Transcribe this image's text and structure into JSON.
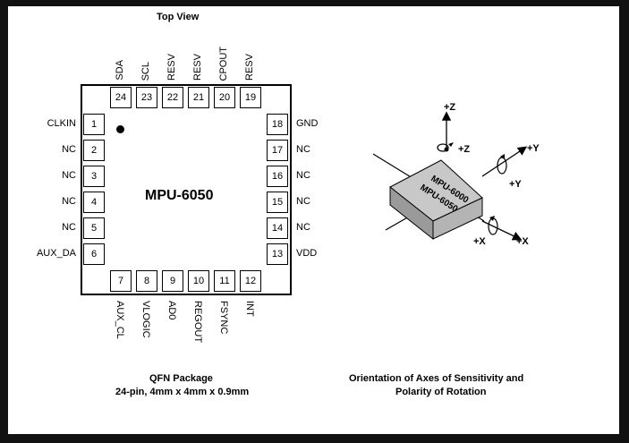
{
  "title": "Top View",
  "chip_name": "MPU-6050",
  "pins_left": [
    {
      "num": "1",
      "name": "CLKIN"
    },
    {
      "num": "2",
      "name": "NC"
    },
    {
      "num": "3",
      "name": "NC"
    },
    {
      "num": "4",
      "name": "NC"
    },
    {
      "num": "5",
      "name": "NC"
    },
    {
      "num": "6",
      "name": "AUX_DA"
    }
  ],
  "pins_right": [
    {
      "num": "18",
      "name": "GND"
    },
    {
      "num": "17",
      "name": "NC"
    },
    {
      "num": "16",
      "name": "NC"
    },
    {
      "num": "15",
      "name": "NC"
    },
    {
      "num": "14",
      "name": "NC"
    },
    {
      "num": "13",
      "name": "VDD"
    }
  ],
  "pins_top": [
    {
      "num": "24",
      "name": "SDA"
    },
    {
      "num": "23",
      "name": "SCL"
    },
    {
      "num": "22",
      "name": "RESV"
    },
    {
      "num": "21",
      "name": "RESV"
    },
    {
      "num": "20",
      "name": "CPOUT"
    },
    {
      "num": "19",
      "name": "RESV"
    }
  ],
  "pins_bottom": [
    {
      "num": "7",
      "name": "AUX_CL"
    },
    {
      "num": "8",
      "name": "VLOGIC"
    },
    {
      "num": "9",
      "name": "AD0"
    },
    {
      "num": "10",
      "name": "REGOUT"
    },
    {
      "num": "11",
      "name": "FSYNC"
    },
    {
      "num": "12",
      "name": "INT"
    }
  ],
  "package_caption": {
    "line1": "QFN Package",
    "line2": "24-pin, 4mm x 4mm x 0.9mm"
  },
  "orientation_caption": {
    "line1": "Orientation of Axes of Sensitivity and",
    "line2": "Polarity of Rotation"
  },
  "axes_diagram": {
    "chip_label_1": "MPU-6000",
    "chip_label_2": "MPU-6050",
    "z_axis": "+Z",
    "z_rotation": "+Z",
    "y_axis": "+Y",
    "y_rotation": "+Y",
    "x_axis": "+X",
    "x_rotation": "+X"
  }
}
